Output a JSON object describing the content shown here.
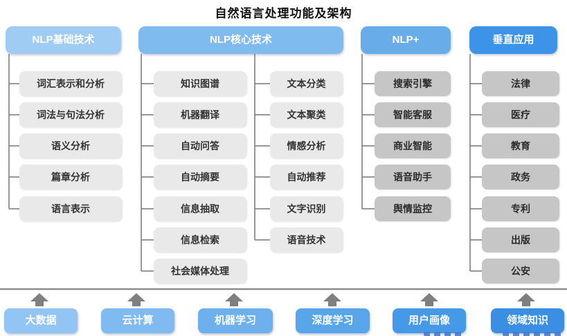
{
  "title": "自然语言处理功能及架构",
  "colors": {
    "header_1": "#9fccf3",
    "header_2": "#80bbf0",
    "header_3": "#68adea",
    "header_4": "#3c93e8",
    "light_node": "#e9e9e9",
    "dark_node": "#c6c6c6",
    "connector": "#777777",
    "arrow": "#7f7f7f",
    "foundation_gradient": [
      "#92c5f3",
      "#7fbaf0",
      "#6db0ed",
      "#59a5ea",
      "#4699e7",
      "#3a8fe4"
    ]
  },
  "columns": [
    {
      "header": "NLP基础技术",
      "items": [
        "词汇表示和分析",
        "词法与句法分析",
        "语义分析",
        "篇章分析",
        "语言表示"
      ]
    },
    {
      "header": "NLP核心技术",
      "items_left": [
        "知识图谱",
        "机器翻译",
        "自动问答",
        "自动摘要",
        "信息抽取",
        "信息检索",
        "社会媒体处理"
      ],
      "items_right": [
        "文本分类",
        "文本聚类",
        "情感分析",
        "自动推荐",
        "文字识别",
        "语音技术"
      ]
    },
    {
      "header": "NLP+",
      "items": [
        "搜索引擎",
        "智能客服",
        "商业智能",
        "语音助手",
        "舆情监控"
      ]
    },
    {
      "header": "垂直应用",
      "items": [
        "法律",
        "医疗",
        "教育",
        "政务",
        "专利",
        "出版",
        "公安"
      ]
    }
  ],
  "foundation": {
    "items": [
      "大数据",
      "云计算",
      "机器学习",
      "深度学习",
      "用户画像",
      "领域知识"
    ]
  }
}
